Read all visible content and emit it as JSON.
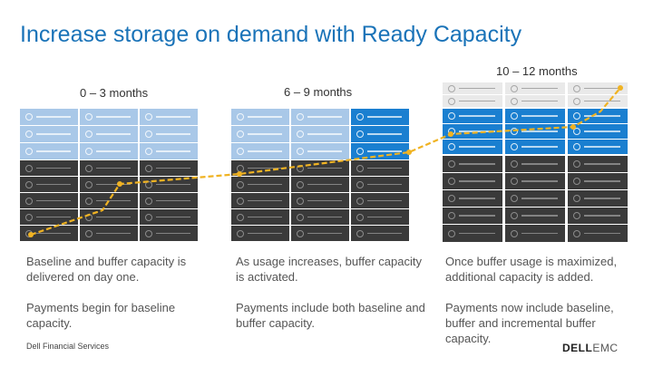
{
  "title": "Increase storage on demand with Ready Capacity",
  "phases": [
    {
      "period": "0 – 3 months",
      "lines": [
        "Baseline and buffer capacity is delivered on day one.",
        "Payments begin for baseline capacity."
      ]
    },
    {
      "period": "6 – 9 months",
      "lines": [
        "As usage increases, buffer capacity is activated.",
        "Payments include both baseline and buffer capacity."
      ]
    },
    {
      "period": "10 – 12 months",
      "lines": [
        "Once buffer usage is maximized, additional capacity is added.",
        "Payments now include baseline, buffer and incremental buffer capacity."
      ]
    }
  ],
  "footer": {
    "left_text": "Dell Financial Services",
    "logo_text": "DELL",
    "logo_suffix": "EMC"
  },
  "colors": {
    "title": "#1a73b8",
    "buffer_inactive": "#a9c8e8",
    "buffer_active": "#1a7fd0",
    "baseline": "#3a3a3a",
    "incremental": "#e9e9e9",
    "trend_line": "#f0b323"
  },
  "legend_semantics": {
    "dark_blocks": "baseline",
    "light_blue_blocks": "buffer (inactive)",
    "bright_blue_blocks": "buffer (activated)",
    "light_gray_blocks": "incremental"
  }
}
